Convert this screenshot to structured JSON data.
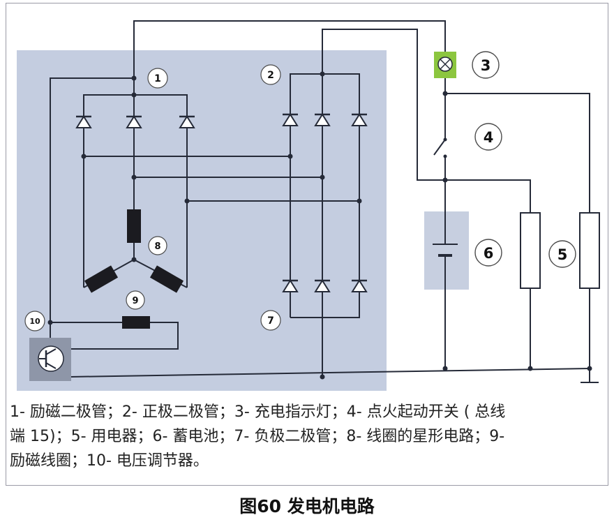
{
  "diagram": {
    "labels": {
      "l1": "1",
      "l2": "2",
      "l3": "3",
      "l4": "4",
      "l5": "5",
      "l6": "6",
      "l7": "7",
      "l8": "8",
      "l9": "9",
      "l10": "10"
    },
    "colors": {
      "panel": "#c4cde0",
      "wire": "#252a38",
      "lamp": "#8cc63f",
      "battery_panel": "#c7cfe0"
    }
  },
  "legend": {
    "line1": "1- 励磁二极管；2- 正极二极管；3- 充电指示灯；4- 点火起动开关 ( 总线",
    "line2": "端 15)；5- 用电器；6- 蓄电池；7- 负极二极管；8- 线圈的星形电路；9-",
    "line3": "励磁线圈；10- 电压调节器。"
  },
  "caption": "图60 发电机电路"
}
